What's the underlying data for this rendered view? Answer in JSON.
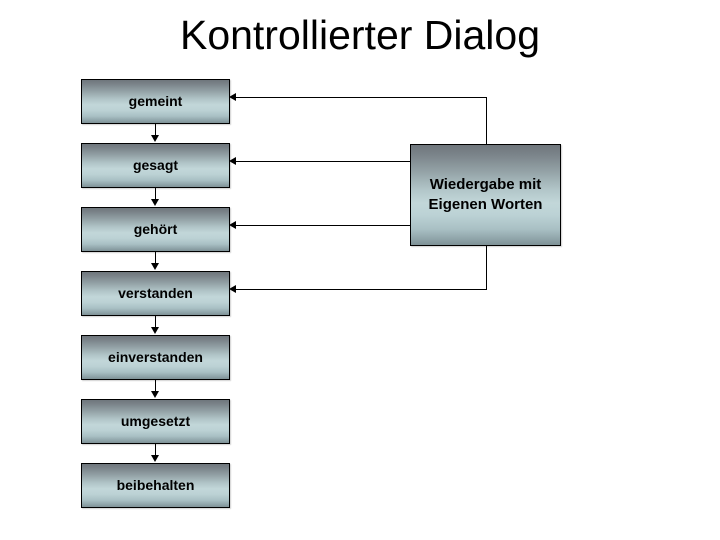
{
  "slide": {
    "title": "Kontrollierter Dialog",
    "background_color": "#ffffff",
    "text_color": "#000000",
    "box_gradient_top_color": "#6f767c",
    "box_gradient_mid_color": "#c2d7d9",
    "box_gradient_bottom_color": "#7e9196",
    "box_border_color": "#000000"
  },
  "steps": [
    {
      "id": "gemeint",
      "label": "gemeint"
    },
    {
      "id": "gesagt",
      "label": "gesagt"
    },
    {
      "id": "gehoert",
      "label": "gehört"
    },
    {
      "id": "verstanden",
      "label": "verstanden"
    },
    {
      "id": "einverstanden",
      "label": "einverstanden"
    },
    {
      "id": "umgesetzt",
      "label": "umgesetzt"
    },
    {
      "id": "beibehalten",
      "label": "beibehalten"
    }
  ],
  "feedback_node": {
    "label_line1": "Wiedergabe mit",
    "label_line2": "Eigenen Worten"
  },
  "connectors": {
    "forward_arrows": [
      {
        "from": "gemeint",
        "to": "gesagt",
        "direction": "down"
      },
      {
        "from": "gesagt",
        "to": "gehört",
        "direction": "down"
      },
      {
        "from": "gehört",
        "to": "verstanden",
        "direction": "down"
      },
      {
        "from": "verstanden",
        "to": "einverstanden",
        "direction": "down"
      },
      {
        "from": "einverstanden",
        "to": "umgesetzt",
        "direction": "down"
      },
      {
        "from": "umgesetzt",
        "to": "beibehalten",
        "direction": "down"
      }
    ],
    "feedback_arrows": [
      {
        "from": "Wiedergabe mit Eigenen Worten",
        "to": "gemeint",
        "direction": "left"
      },
      {
        "from": "Wiedergabe mit Eigenen Worten",
        "to": "gesagt",
        "direction": "left"
      },
      {
        "from": "Wiedergabe mit Eigenen Worten",
        "to": "gehört",
        "direction": "left"
      },
      {
        "from": "Wiedergabe mit Eigenen Worten",
        "to": "verstanden",
        "direction": "left"
      }
    ]
  }
}
